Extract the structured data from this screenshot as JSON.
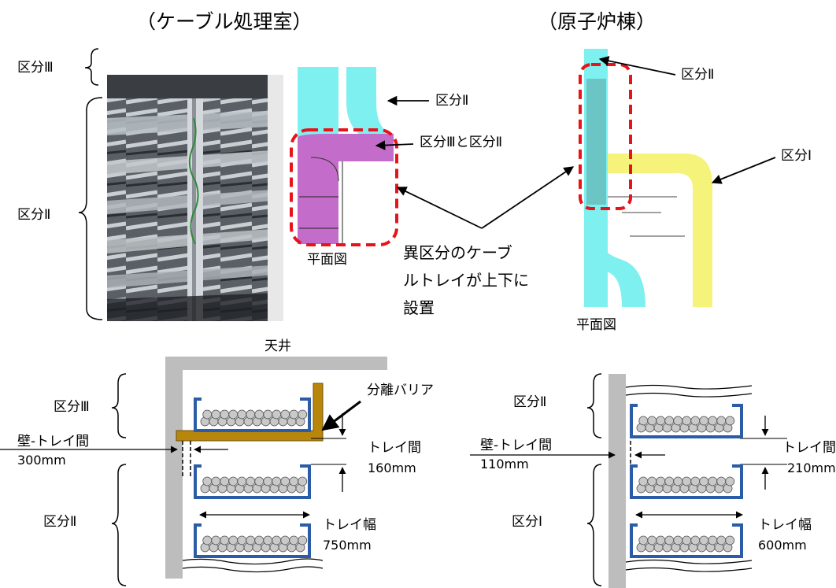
{
  "titles": {
    "left": "（ケーブル処理室）",
    "right": "（原子炉棟）"
  },
  "top_left": {
    "div3": "区分Ⅲ",
    "div2_side": "区分Ⅱ",
    "plan_div2": "区分Ⅱ",
    "plan_div3_and_2": "区分Ⅲと区分Ⅱ",
    "plan_label": "平面図"
  },
  "center_note": {
    "line1": "異区分のケーブ",
    "line2": "ルトレイが上下に",
    "line3": "設置"
  },
  "top_right": {
    "div2": "区分Ⅱ",
    "div1": "区分Ⅰ",
    "plan_label": "平面図"
  },
  "bottom_left": {
    "ceiling": "天井",
    "div3": "区分Ⅲ",
    "div2": "区分Ⅱ",
    "barrier": "分離バリア",
    "wall_tray_label": "壁-トレイ間",
    "wall_tray_value": "300mm",
    "tray_gap_label": "トレイ間",
    "tray_gap_value": "160mm",
    "tray_width_label": "トレイ幅",
    "tray_width_value": "750mm"
  },
  "bottom_right": {
    "div2": "区分Ⅱ",
    "div1": "区分Ⅰ",
    "wall_tray_label": "壁-トレイ間",
    "wall_tray_value": "110mm",
    "tray_gap_label": "トレイ間",
    "tray_gap_value": "210mm",
    "tray_width_label": "トレイ幅",
    "tray_width_value": "600mm"
  },
  "colors": {
    "cyan": "#7FF0F0",
    "magenta": "#C36CC9",
    "yellow": "#F6F37A",
    "red_dash": "#E8121B",
    "tray_blue": "#2A5CA8",
    "barrier_brown": "#B8860B",
    "wall_gray": "#BDBDBD"
  }
}
